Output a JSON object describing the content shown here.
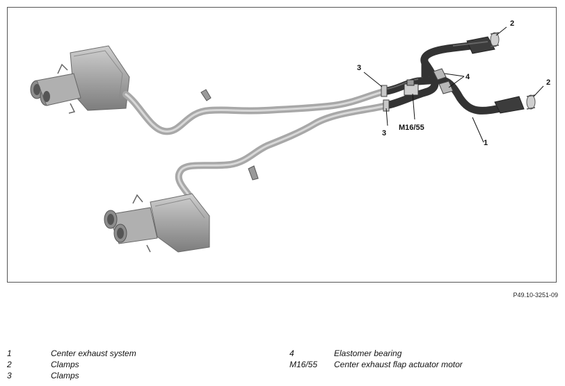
{
  "figure_ref": "P49.10-3251-09",
  "callouts": {
    "c2_top": "2",
    "c2_right": "2",
    "c3_top": "3",
    "c3_bottom": "3",
    "c4": "4",
    "motor": "M16/55",
    "c1": "1"
  },
  "legend": [
    {
      "num": "1",
      "text": "Center exhaust system"
    },
    {
      "num": "2",
      "text": "Clamps"
    },
    {
      "num": "3",
      "text": "Clamps"
    },
    {
      "num": "4",
      "text": "Elastomer bearing"
    },
    {
      "num": "M16/55",
      "text": "Center exhaust flap actuator motor"
    }
  ],
  "colors": {
    "pipe_gray": "#a8a8a8",
    "pipe_dark": "#3a3a3a",
    "frame_border": "#555555"
  }
}
